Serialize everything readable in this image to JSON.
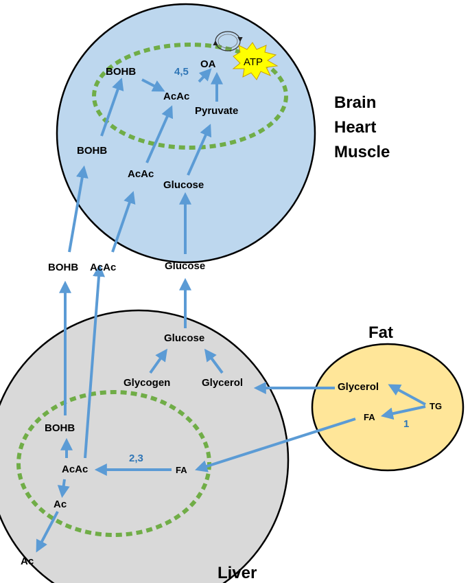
{
  "muscle": {
    "title_lines": [
      "Brain",
      "Heart",
      "Muscle"
    ],
    "labels": {
      "bohb_inner": "BOHB",
      "acac_inner": "AcAc",
      "oa": "OA",
      "atp": "ATP",
      "pyruvate": "Pyruvate",
      "step_45": "4,5",
      "bohb_outer": "BOHB",
      "acac_outer": "AcAc",
      "glucose": "Glucose"
    }
  },
  "blood": {
    "bohb": "BOHB",
    "acac": "AcAc",
    "glucose": "Glucose"
  },
  "liver": {
    "title": "Liver",
    "labels": {
      "glucose": "Glucose",
      "glycogen": "Glycogen",
      "glycerol": "Glycerol",
      "bohb": "BOHB",
      "acac": "AcAc",
      "ac": "Ac",
      "fa": "FA",
      "step_23": "2,3",
      "ac_out": "Ac"
    }
  },
  "fat": {
    "title": "Fat",
    "labels": {
      "glycerol": "Glycerol",
      "fa": "FA",
      "tg": "TG",
      "step_1": "1"
    }
  },
  "colors": {
    "muscle_fill": "#bdd7ee",
    "liver_fill": "#d9d9d9",
    "fat_fill": "#ffe699",
    "mito_dash": "#70ad47",
    "arrow": "#5b9bd5",
    "step_number": "#2e75b6",
    "atp_burst": "#ffff00"
  }
}
